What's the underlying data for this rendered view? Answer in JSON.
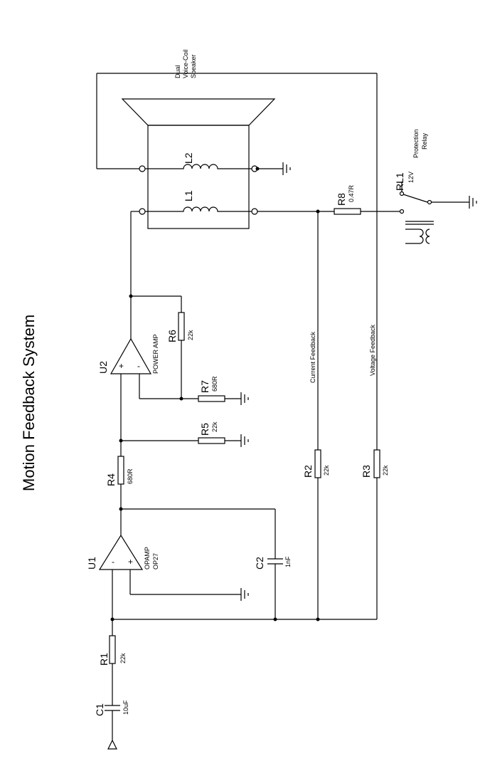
{
  "title": "Motion Feedback System",
  "components": {
    "c1": {
      "ref": "C1",
      "value": "10uF"
    },
    "r1": {
      "ref": "R1",
      "value": "22k"
    },
    "u1": {
      "ref": "U1",
      "type": "OPAMP",
      "part": "OP27"
    },
    "c2": {
      "ref": "C2",
      "value": "1nF"
    },
    "r4": {
      "ref": "R4",
      "value": "680R"
    },
    "r5": {
      "ref": "R5",
      "value": "22k"
    },
    "u2": {
      "ref": "U2",
      "type": "POWER AMP"
    },
    "r7": {
      "ref": "R7",
      "value": "680R"
    },
    "r6": {
      "ref": "R6",
      "value": "22k"
    },
    "r2": {
      "ref": "R2",
      "value": "22k"
    },
    "r3": {
      "ref": "R3",
      "value": "22k"
    },
    "r8": {
      "ref": "R8",
      "value": "0.47R"
    },
    "l1": {
      "ref": "L1"
    },
    "l2": {
      "ref": "L2"
    },
    "rl1": {
      "ref": "RL1",
      "value": "12V",
      "desc1": "Protection",
      "desc2": "Relay"
    },
    "speaker": {
      "line1": "Dual",
      "line2": "Voice-Coil",
      "line3": "Speaker"
    }
  },
  "labels": {
    "current_feedback": "Current Feedback",
    "voltage_feedback": "Voltage Feedback"
  },
  "opamp_pins": {
    "minus": "-",
    "plus": "+"
  }
}
